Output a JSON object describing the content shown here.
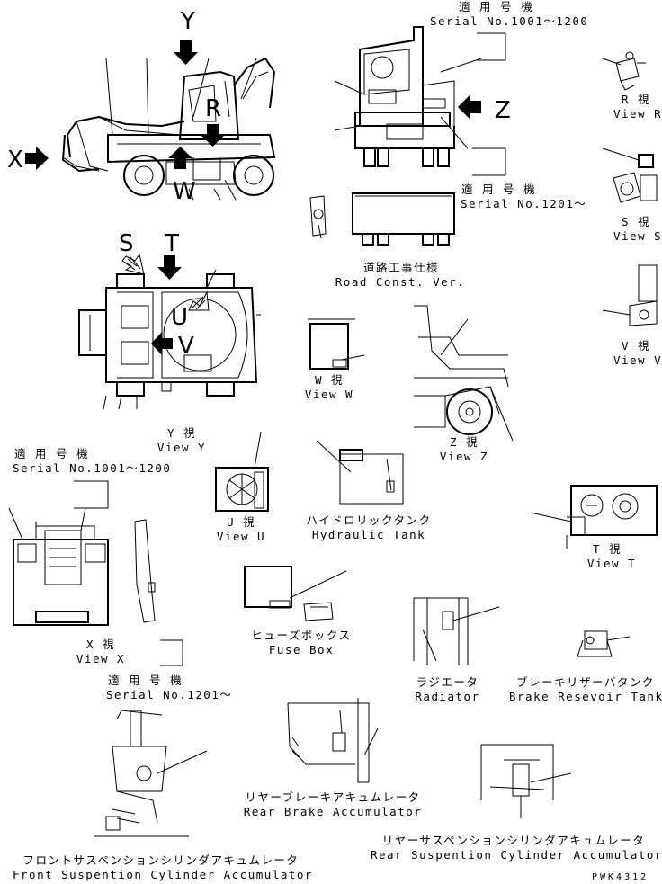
{
  "views": {
    "y_arrow": "Y",
    "x_arrow": "X",
    "r_mark": "R",
    "w_mark": "W",
    "z_mark": "Z",
    "s_mark": "S",
    "t_mark": "T",
    "u_mark": "U",
    "v_mark": "V",
    "view_r": {
      "jp": "R  視",
      "en": "View R"
    },
    "view_s": {
      "jp": "S  視",
      "en": "View S"
    },
    "view_v": {
      "jp": "V  視",
      "en": "View V"
    },
    "view_w": {
      "jp": "W  視",
      "en": "View W"
    },
    "view_z": {
      "jp": "Z  視",
      "en": "View Z"
    },
    "view_y": {
      "jp": "Y  視",
      "en": "View Y"
    },
    "view_u": {
      "jp": "U  視",
      "en": "View U"
    },
    "view_t": {
      "jp": "T  視",
      "en": "View T"
    },
    "view_x": {
      "jp": "X  視",
      "en": "View X"
    }
  },
  "serials": {
    "applicable_jp": "適 用 号 機",
    "s1": "Serial No.1001～1200",
    "s2": "Serial No.1201～"
  },
  "components": {
    "road_const": {
      "jp": "道路工事仕様",
      "en": "Road Const. Ver."
    },
    "hydraulic_tank": {
      "jp": "ハイドロリックタンク",
      "en": "Hydraulic Tank"
    },
    "fuse_box": {
      "jp": "ヒューズボックス",
      "en": "Fuse Box"
    },
    "radiator": {
      "jp": "ラジエータ",
      "en": "Radiator"
    },
    "brake_tank": {
      "jp": "ブレーキリザーバタンク",
      "en": "Brake Resevoir Tank"
    },
    "rear_brake": {
      "jp": "リヤーブレーキアキュムレータ",
      "en": "Rear Brake Accumulator"
    },
    "front_susp": {
      "jp": "フロントサスペンションシリンダアキュムレータ",
      "en": "Front Suspention Cylinder Accumulator"
    },
    "rear_susp": {
      "jp": "リヤーサスペンションシリンダアキュムレータ",
      "en": "Rear Suspention Cylinder Accumulator"
    }
  },
  "drawing_code": "PWK4312"
}
